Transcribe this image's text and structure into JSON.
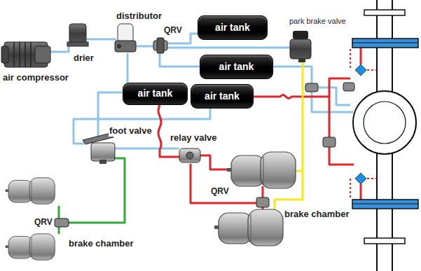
{
  "diagram": {
    "nodes": [
      {
        "text": [
          "air tank"
        ]
      },
      {
        "text": [
          "air tank"
        ]
      },
      {
        "text": [
          "air tank"
        ]
      },
      {
        "text": [
          "air tank"
        ]
      }
    ],
    "labels": [
      "distributor",
      "park brake valve",
      "QRV",
      "drier",
      "air compressor",
      "foot valve",
      "relay valve",
      "QRV",
      "brake chamber",
      "QRV",
      "brake chamber"
    ]
  }
}
